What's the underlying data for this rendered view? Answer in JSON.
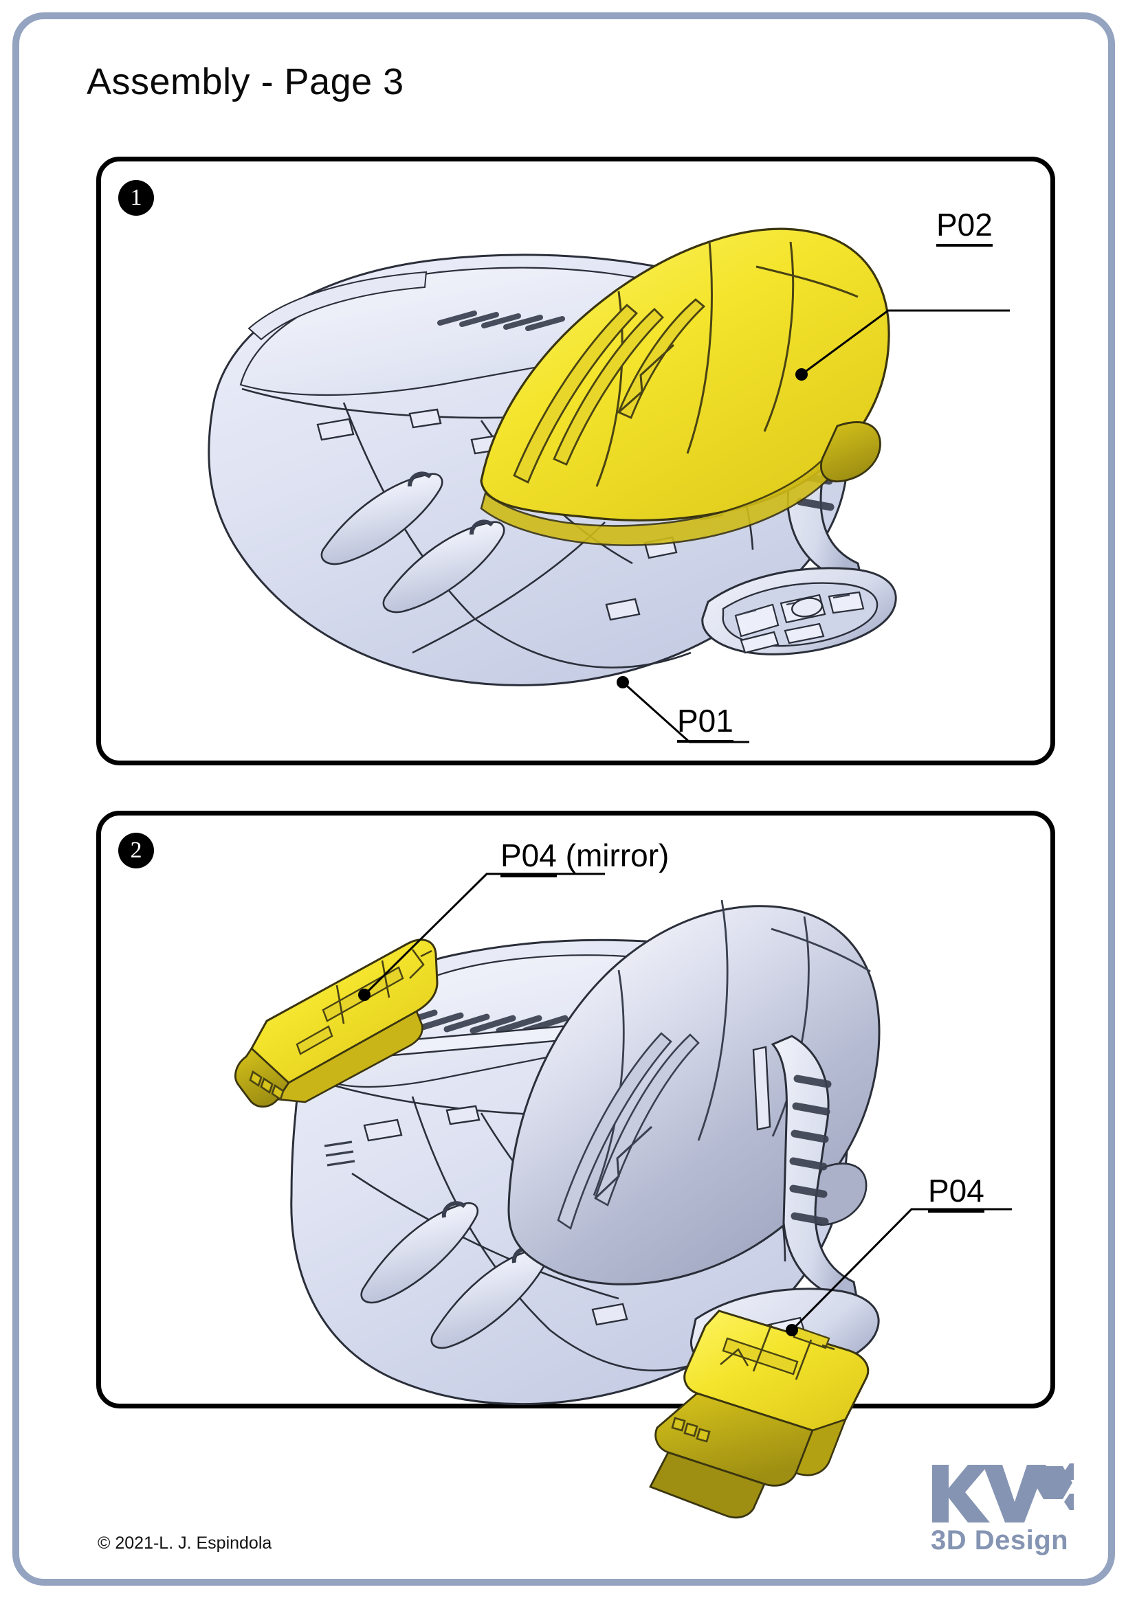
{
  "document": {
    "title": "Assembly - Page 3",
    "frame_color": "#93a3c0",
    "background": "#ffffff"
  },
  "steps": [
    {
      "number": "1",
      "callouts": [
        {
          "label": "P02",
          "underlined_text": "P02",
          "suffix": ""
        },
        {
          "label": "P01",
          "underlined_text": "P01",
          "suffix": ""
        }
      ]
    },
    {
      "number": "2",
      "callouts": [
        {
          "label": "P04 (mirror)",
          "underlined_text": "P04",
          "suffix": " (mirror)"
        },
        {
          "label": "P04",
          "underlined_text": "P04",
          "suffix": ""
        }
      ]
    }
  ],
  "callout_p02": {
    "text": "P02"
  },
  "callout_p01": {
    "text": "P01"
  },
  "callout_p04_mirror": {
    "text": "P04",
    "suffix": " (mirror)"
  },
  "callout_p04": {
    "text": "P04"
  },
  "badge_1": {
    "text": "1"
  },
  "badge_2": {
    "text": "2"
  },
  "footer": {
    "copyright": "© 2021-L. J. Espindola",
    "logo_wordmark": "KV",
    "logo_tagline": "3D Design",
    "logo_color": "#8594b2"
  },
  "colors": {
    "frame": "#93a3c0",
    "panel_border": "#000000",
    "highlight_part": "#f2e22e",
    "highlight_part_dark": "#9a8f1c",
    "hull_light": "#e7eaf6",
    "hull_mid": "#d4d9ee",
    "hull_shadow": "#b4bbd6",
    "line": "#2b2f3a",
    "logo": "#8594b2"
  }
}
